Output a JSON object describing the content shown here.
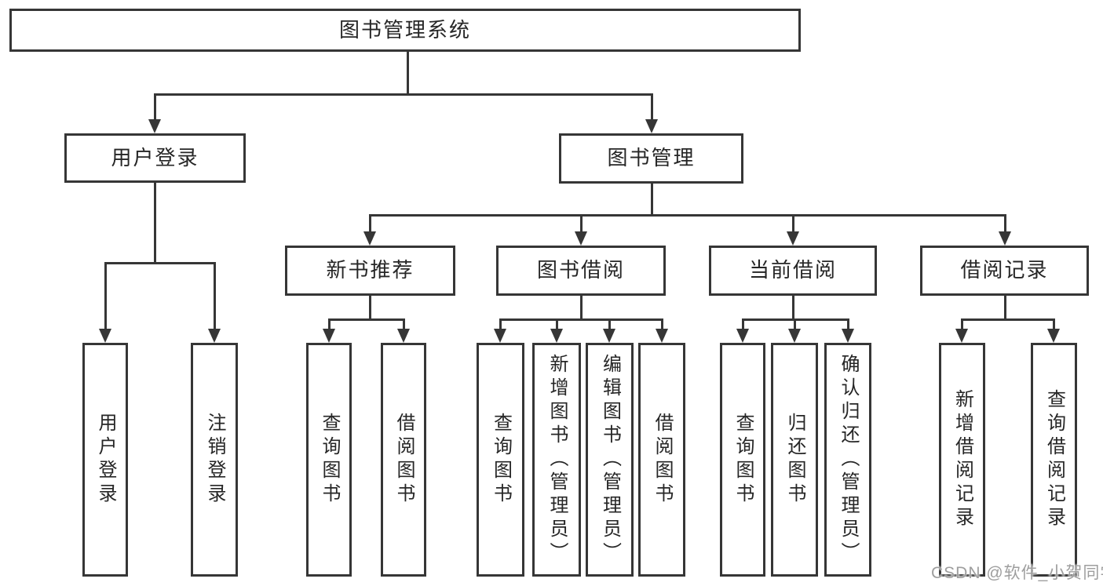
{
  "tree": {
    "label": "图书管理系统",
    "children": [
      {
        "label": "用户登录",
        "children": [
          {
            "label": "用户登录"
          },
          {
            "label": "注销登录"
          }
        ]
      },
      {
        "label": "图书管理",
        "children": [
          {
            "label": "新书推荐",
            "children": [
              {
                "label": "查询图书"
              },
              {
                "label": "借阅图书"
              }
            ]
          },
          {
            "label": "图书借阅",
            "children": [
              {
                "label": "查询图书"
              },
              {
                "label": "新增图书（管理员）"
              },
              {
                "label": "编辑图书（管理员）"
              },
              {
                "label": "借阅图书"
              }
            ]
          },
          {
            "label": "当前借阅",
            "children": [
              {
                "label": "查询图书"
              },
              {
                "label": "归还图书"
              },
              {
                "label": "确认归还（管理员）"
              }
            ]
          },
          {
            "label": "借阅记录",
            "children": [
              {
                "label": "新增借阅记录"
              },
              {
                "label": "查询借阅记录"
              }
            ]
          }
        ]
      }
    ]
  },
  "watermark": {
    "text": "CSDN @软件_小贺同学"
  },
  "colors": {
    "line": "#363636",
    "text": "#262626",
    "watermark": "#9e9e9e",
    "background": "#ffffff"
  }
}
